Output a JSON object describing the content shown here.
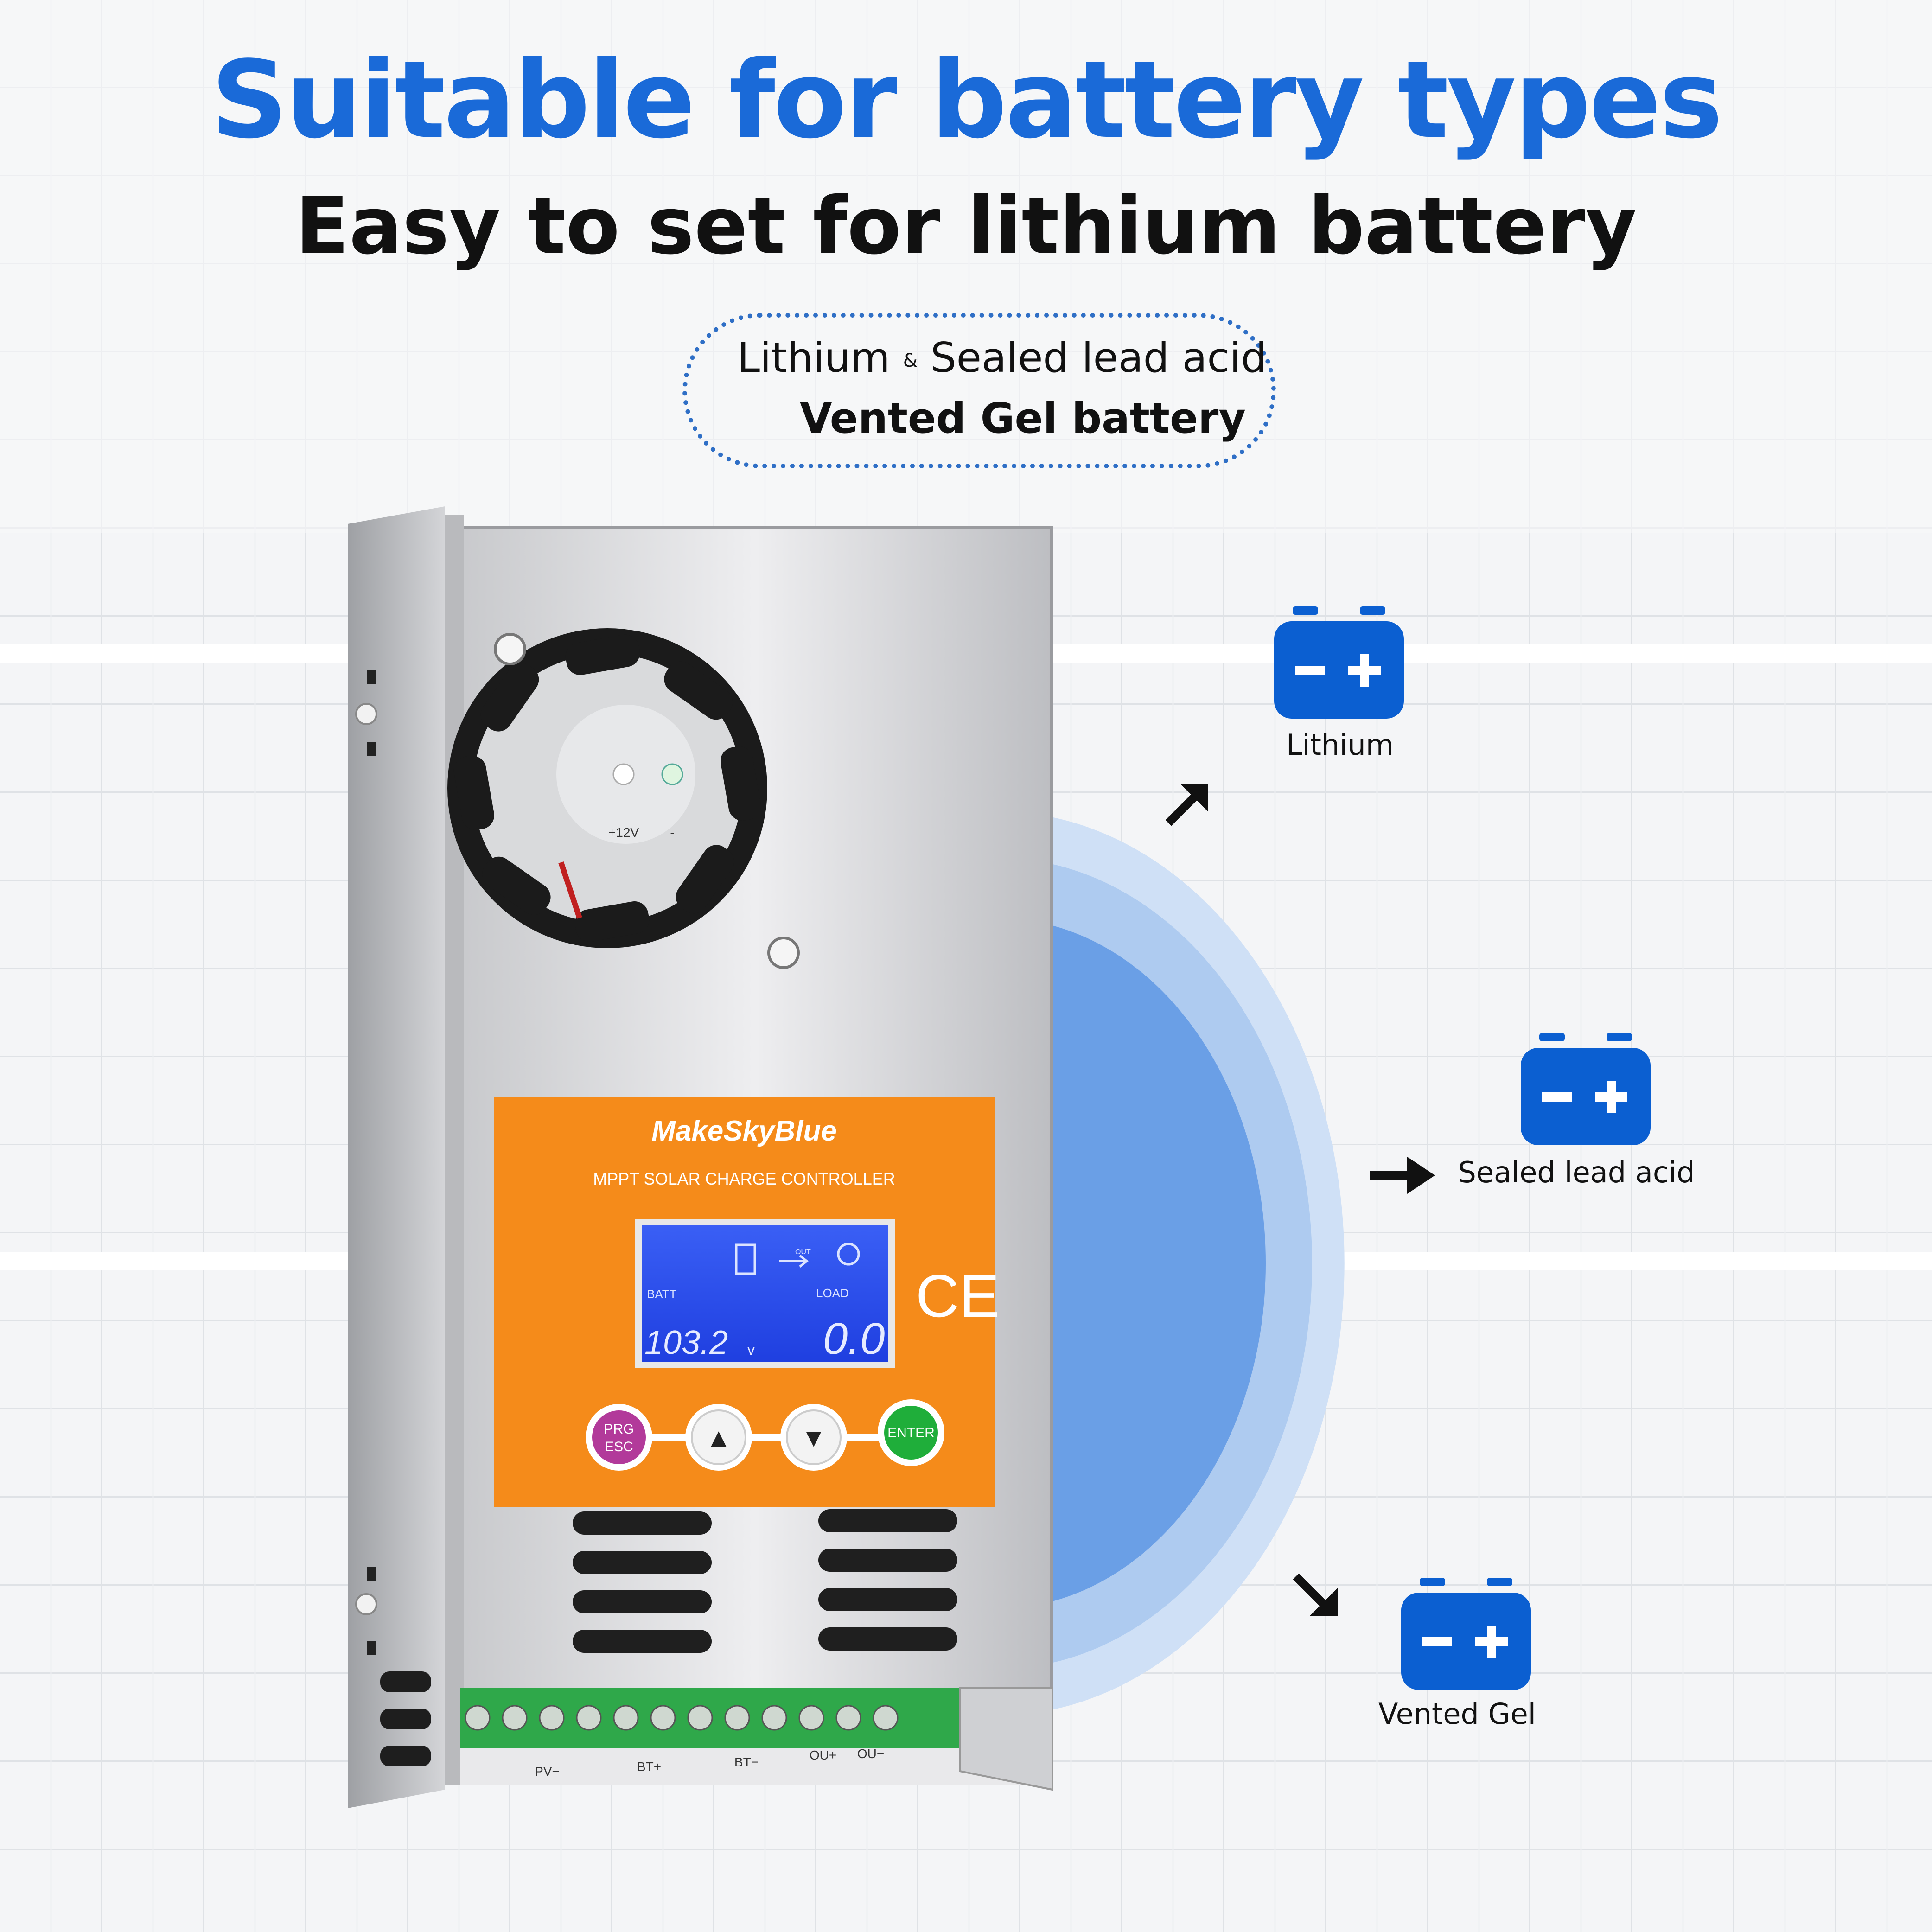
{
  "header": {
    "title": "Suitable for battery types",
    "subtitle": "Easy to set for lithium battery"
  },
  "types_box": {
    "lithium": "Lithium",
    "separator": "&",
    "sealed": "Sealed lead acid",
    "vented": "Vented Gel battery"
  },
  "device": {
    "brand": "MakeSkyBlue",
    "model": "MPPT SOLAR CHARGE CONTROLLER",
    "lcd": {
      "batt_label": "BATT",
      "load_label": "LOAD",
      "out_label": "OUT",
      "voltage": "103.2",
      "voltage_unit": "v",
      "load_value": "0.0"
    },
    "ce_mark": "CE",
    "buttons": {
      "prg": "PRG",
      "esc": "ESC",
      "up": "▲",
      "down": "▼",
      "enter": "ENTER"
    },
    "terminals": [
      "PV−",
      "BT+",
      "BT−",
      "OU+",
      "OU−"
    ],
    "fan_labels": [
      "+12V",
      "-"
    ]
  },
  "battery_types": [
    {
      "label": "Lithium",
      "icon": "battery-icon"
    },
    {
      "label": "Sealed lead acid",
      "icon": "battery-icon"
    },
    {
      "label": "Vented Gel",
      "icon": "battery-icon"
    }
  ],
  "colors": {
    "accent_blue": "#1a6ad8",
    "icon_blue": "#0b5fd1",
    "panel_orange": "#f58b1a",
    "lcd_blue": "#2b4df0"
  }
}
